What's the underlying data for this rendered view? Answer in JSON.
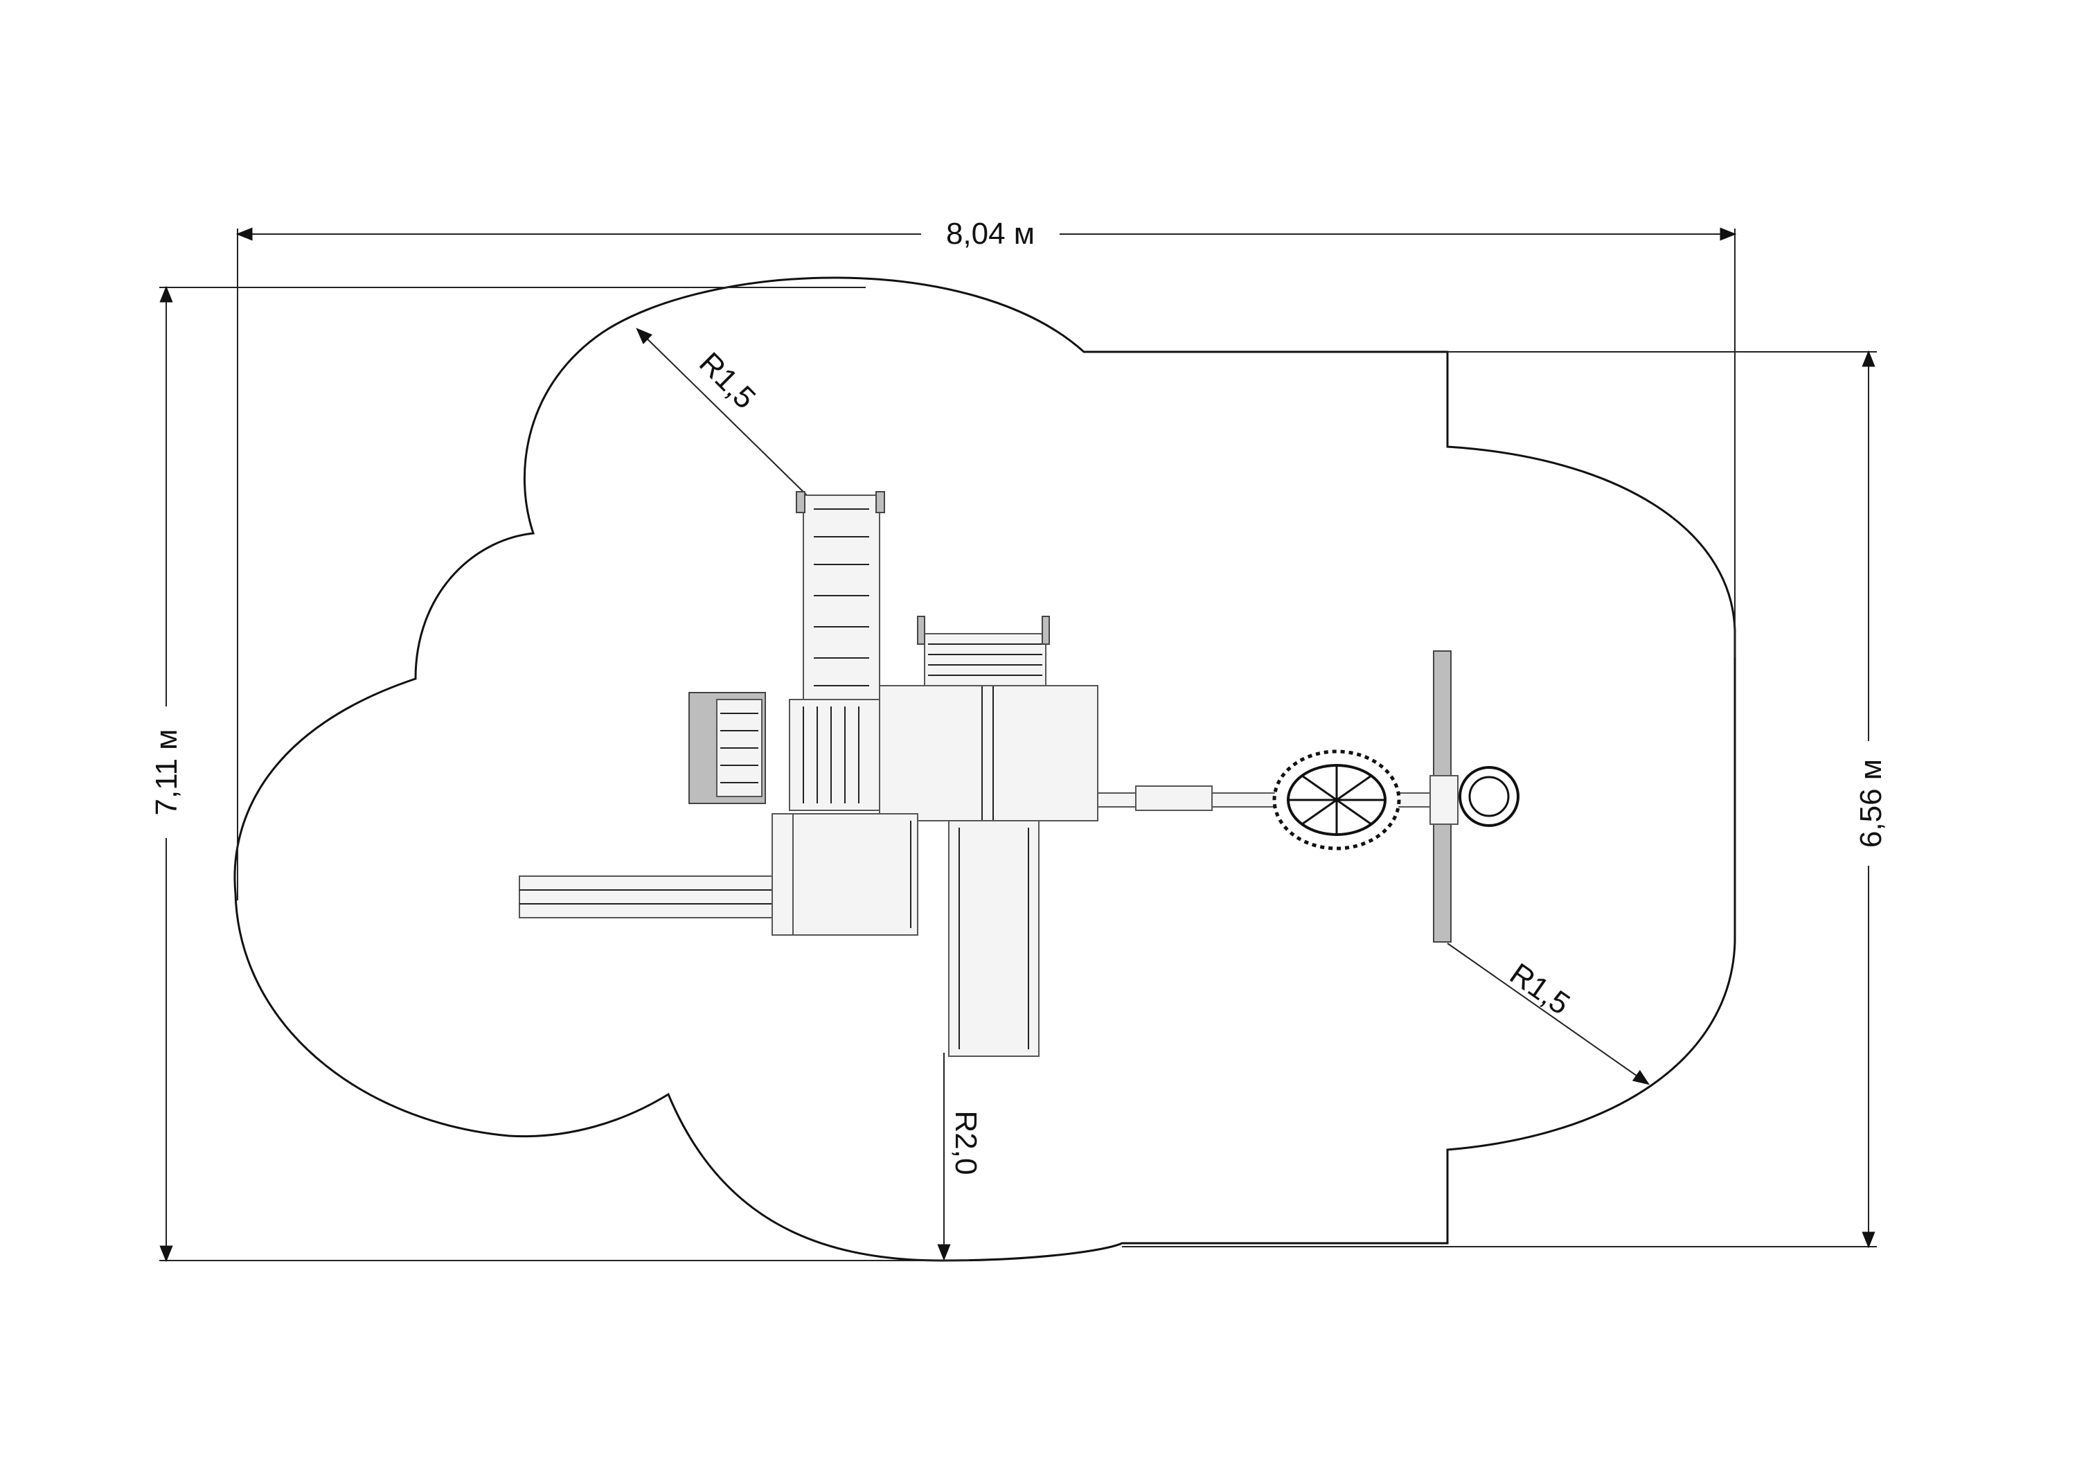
{
  "dimensions": {
    "total_width": "8,04 м",
    "total_depth_left": "7,11 м",
    "total_depth_right": "6,56 м"
  },
  "radii": {
    "top_left": "R1,5",
    "bottom_right": "R1,5",
    "bottom_center": "R2,0"
  },
  "colors": {
    "line": "#111111",
    "equipment_outline": "#555555",
    "equipment_fill": "#f4f4f4",
    "equipment_dark": "#bdbdbd"
  }
}
